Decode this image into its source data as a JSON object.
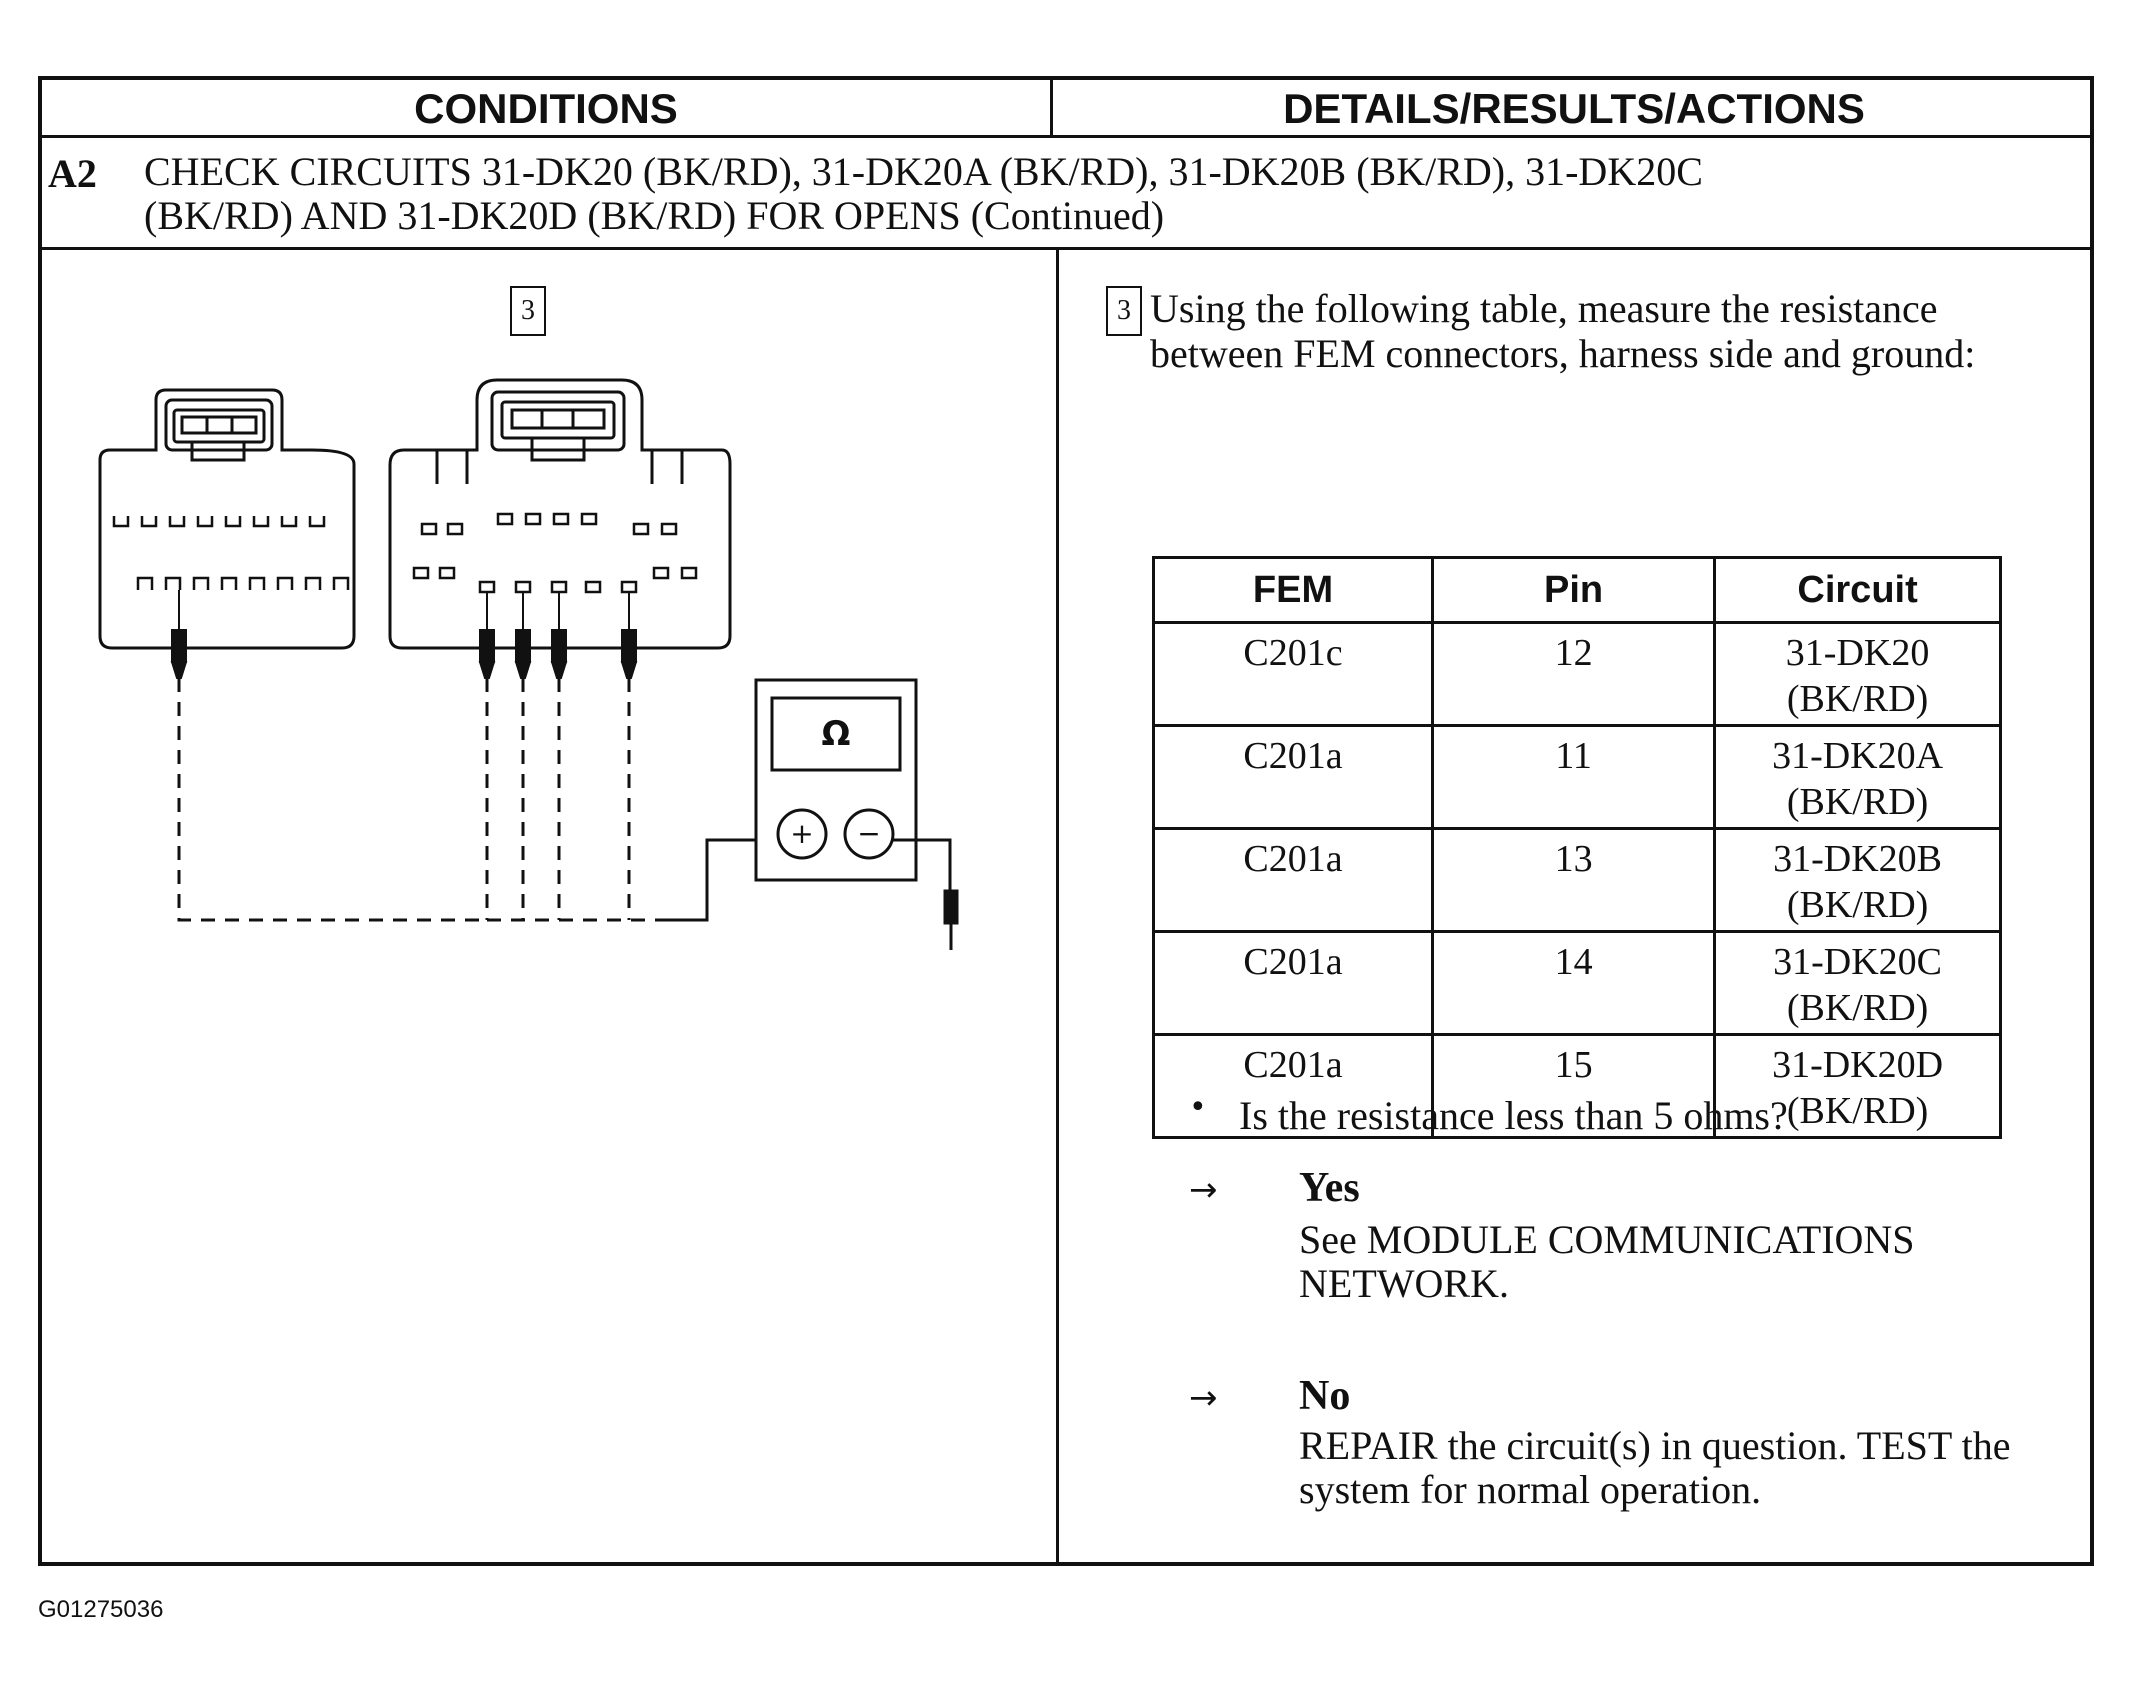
{
  "header": {
    "conditions": "CONDITIONS",
    "details": "DETAILS/RESULTS/ACTIONS"
  },
  "step": {
    "number": "A2",
    "title_line1": "CHECK CIRCUITS 31-DK20 (BK/RD), 31-DK20A (BK/RD), 31-DK20B (BK/RD), 31-DK20C",
    "title_line2": "(BK/RD) AND 31-DK20D (BK/RD) FOR OPENS (Continued)"
  },
  "diagram": {
    "substep": "3",
    "meter_symbol": "Ω",
    "plus": "+",
    "minus": "−",
    "ground_icon": "ground-symbol-icon"
  },
  "details": {
    "substep": "3",
    "instruction": "Using the following table, measure the resistance between FEM connectors, harness side and ground:",
    "table": {
      "headers": [
        "FEM",
        "Pin",
        "Circuit"
      ],
      "rows": [
        {
          "fem": "C201c",
          "pin": "12",
          "circuit_1": "31-DK20",
          "circuit_2": "(BK/RD)"
        },
        {
          "fem": "C201a",
          "pin": "11",
          "circuit_1": "31-DK20A",
          "circuit_2": "(BK/RD)"
        },
        {
          "fem": "C201a",
          "pin": "13",
          "circuit_1": "31-DK20B",
          "circuit_2": "(BK/RD)"
        },
        {
          "fem": "C201a",
          "pin": "14",
          "circuit_1": "31-DK20C",
          "circuit_2": "(BK/RD)"
        },
        {
          "fem": "C201a",
          "pin": "15",
          "circuit_1": "31-DK20D",
          "circuit_2": "(BK/RD)"
        }
      ]
    },
    "bullet": "•",
    "question": "Is the resistance less than 5 ohms?",
    "arrow": "→",
    "yes_label": "Yes",
    "yes_line1": "See MODULE COMMUNICATIONS",
    "yes_line2": "NETWORK.",
    "no_label": "No",
    "no_line1": "REPAIR the circuit(s) in question. TEST the",
    "no_line2": "system for normal operation."
  },
  "figure_id": "G01275036"
}
